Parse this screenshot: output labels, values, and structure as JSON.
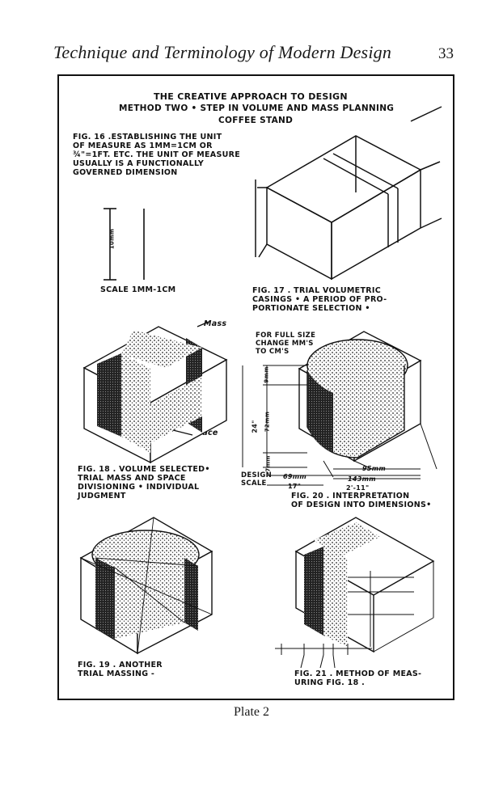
{
  "page": {
    "running_head": "Technique and Terminology of Modern Design",
    "page_number": "33",
    "plate_caption": "Plate 2"
  },
  "plate": {
    "title_line1": "The Creative Approach to Design",
    "title_line2": "Method Two • Step in Volume and Mass Planning",
    "title_line3": "Coffee Stand",
    "fig16": "FIG. 16 .ESTABLISHING THE UNIT\nOF MEASURE AS 1MM=1CM OR\n¾\"=1FT. ETC. THE UNIT OF MEASURE\nUSUALLY IS A FUNCTIONALLY\nGOVERNED DIMENSION",
    "scale_label": "SCALE 1MM-1CM",
    "scale_bar_label": "10mm",
    "fig17": "FIG. 17 . TRIAL VOLUMETRIC\nCASINGS • A PERIOD OF PRO-\nPORTIONATE SELECTION •",
    "mass_label": "Mass",
    "space_label": "Space",
    "full_size_note": "FOR FULL SIZE\nCHANGE MM'S\nTO CM'S",
    "fig18": "FIG. 18 . VOLUME SELECTED•\nTRIAL MASS AND SPACE\nDIVISIONING • INDIVIDUAL\nJUDGMENT",
    "design_scale": "DESIGN\nSCALE",
    "fig20": "FIG. 20 . INTERPRETATION\nOF DESIGN INTO DIMENSIONS•",
    "dim_height": "24\"",
    "dim_72mm": "72mm",
    "dim_9mm": "9mm",
    "dim_7mm": "7mm",
    "dim_69mm": "69mm",
    "dim_17in": "17\"",
    "dim_95mm": "95mm",
    "dim_143mm": "143mm",
    "dim_2ft11": "2'-11\"",
    "fig19": "FIG. 19 . ANOTHER\nTRIAL MASSING -",
    "fig21": "FIG. 21 . METHOD OF MEAS-\nURING FIG. 18 ."
  }
}
